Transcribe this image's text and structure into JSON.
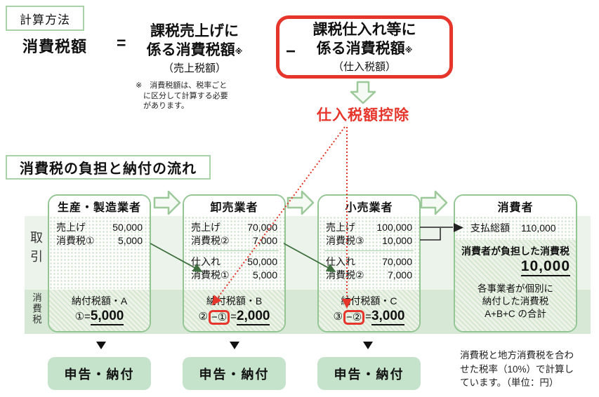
{
  "colors": {
    "accent_green_border": "#94c694",
    "accent_green_fill": "#c5e3cb",
    "accent_red": "#e6352b",
    "band_light": "#ebf3ea",
    "band_dark": "#d7e9d6"
  },
  "formula": {
    "badge": "計算方法",
    "lhs": "消費税額",
    "equals": "=",
    "minus": "−",
    "sales_term": {
      "line1": "課税売上げに",
      "line2": "係る消費税額",
      "ref": "※",
      "sub": "（売上税額）",
      "note1": "※　消費税額は、税率ごと",
      "note2": "に区分して計算する必要",
      "note3": "があります。"
    },
    "purchase_term": {
      "line1": "課税仕入れ等に",
      "line2": "係る消費税額",
      "ref": "※",
      "sub": "（仕入税額）"
    },
    "deduction_label": "仕入税額控除"
  },
  "flow": {
    "title": "消費税の負担と納付の流れ",
    "row_labels": {
      "transaction": "取引",
      "tax": "消費税"
    },
    "columns": [
      {
        "header": "生産・製造業者",
        "sales_label": "売上げ",
        "sales_value": "50,000",
        "sales_tax_label": "消費税①",
        "sales_tax_value": "5,000",
        "footer_title": "納付税額・A",
        "formula_pre": "①=",
        "formula_value": "5,000"
      },
      {
        "header": "卸売業者",
        "sales_label": "売上げ",
        "sales_value": "70,000",
        "sales_tax_label": "消費税②",
        "sales_tax_value": "7,000",
        "purchase_label": "仕入れ",
        "purchase_value": "50,000",
        "purchase_tax_label": "消費税①",
        "purchase_tax_value": "5,000",
        "footer_title": "納付税額・B",
        "formula_a": "②",
        "formula_boxed": "−①",
        "formula_eq": "=",
        "formula_value": "2,000"
      },
      {
        "header": "小売業者",
        "sales_label": "売上げ",
        "sales_value": "100,000",
        "sales_tax_label": "消費税③",
        "sales_tax_value": "10,000",
        "purchase_label": "仕入れ",
        "purchase_value": "70,000",
        "purchase_tax_label": "消費税②",
        "purchase_tax_value": "7,000",
        "footer_title": "納付税額・C",
        "formula_a": "③",
        "formula_boxed": "−②",
        "formula_eq": "=",
        "formula_value": "3,000"
      },
      {
        "header": "消費者",
        "total_label": "支払総額",
        "total_value": "110,000",
        "burden_label": "消費者が負担した消費税",
        "burden_value": "10,000",
        "note1": "各事業者が個別に",
        "note2": "納付した消費税",
        "note3": "A+B+C の合計"
      }
    ],
    "declare_label": "申告・納付",
    "bottom_note": {
      "line1": "消費税と地方消費税を合わ",
      "line2": "せた税率（10%）で計算し",
      "line3": "ています。（単位：円）"
    }
  }
}
